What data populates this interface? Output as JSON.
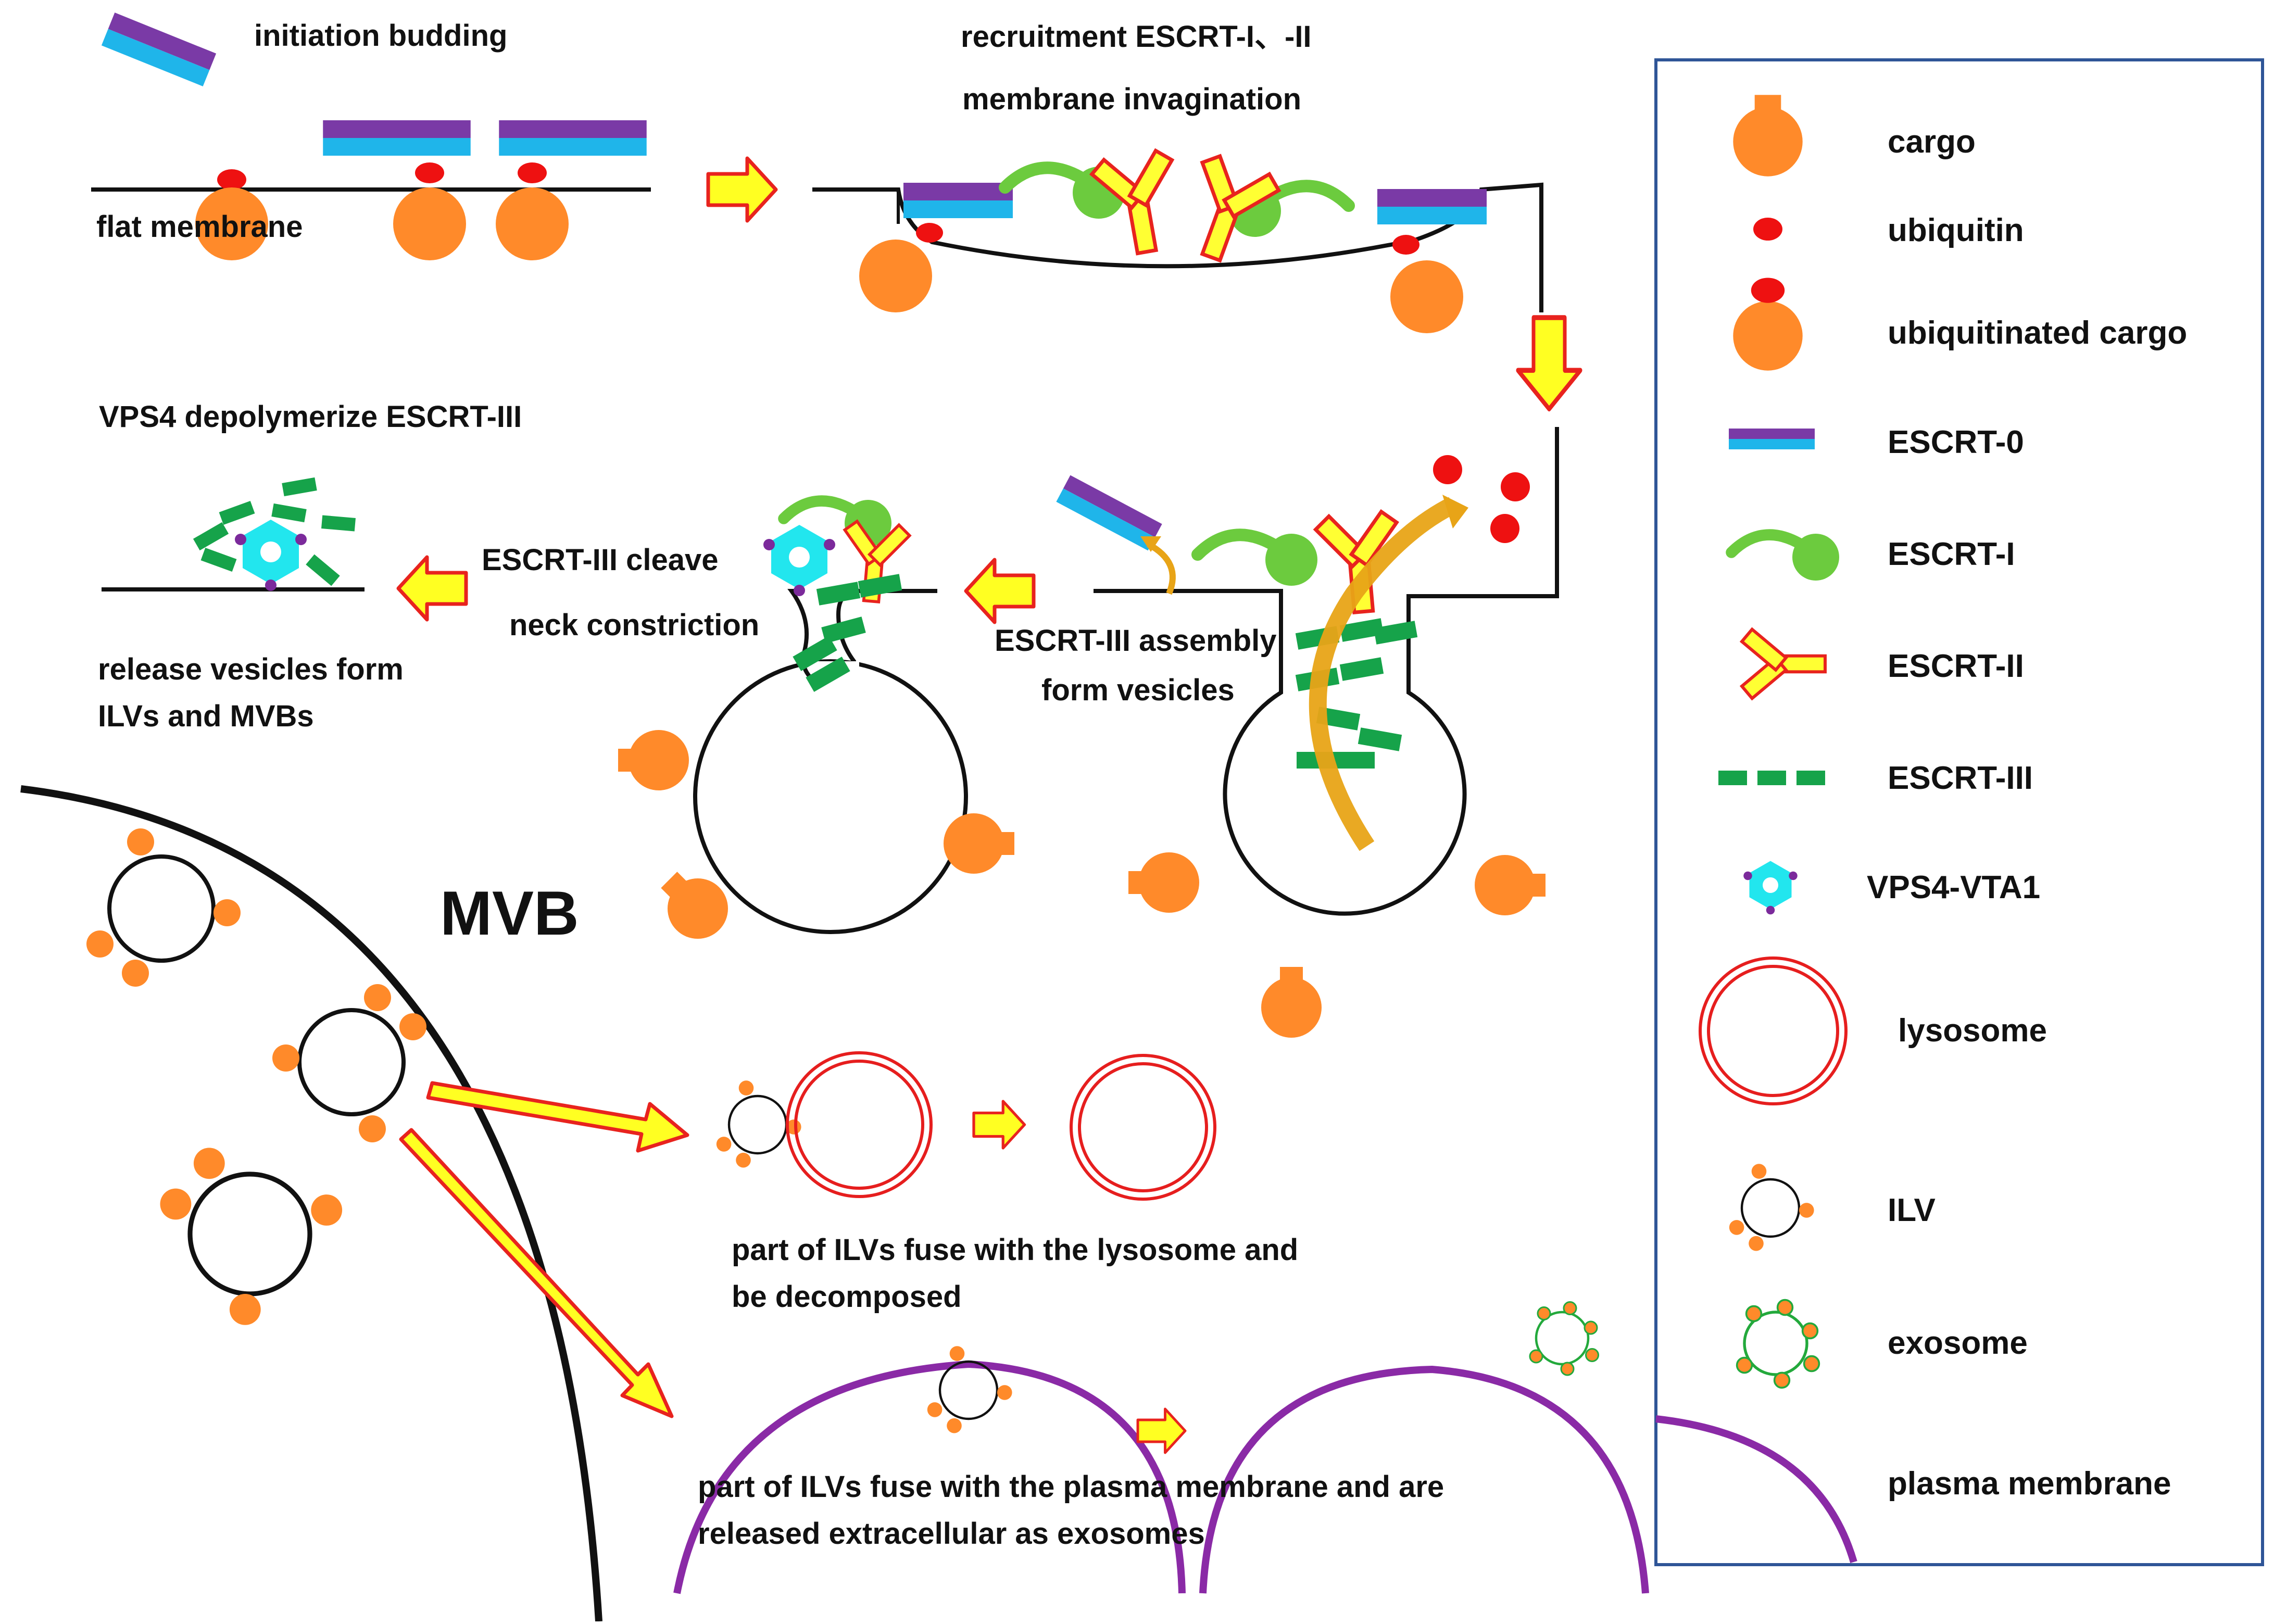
{
  "labels": {
    "initiation_budding": "initiation budding",
    "flat_membrane": "flat membrane",
    "recruitment_line1": "recruitment ESCRT-I、-II",
    "recruitment_line2": "membrane invagination",
    "vps4_depolymerize": "VPS4 depolymerize ESCRT-III",
    "escrt3_cleave": "ESCRT-III cleave",
    "neck_constriction": "neck constriction",
    "escrt3_assembly": "ESCRT-III assembly",
    "form_vesicles": "form vesicles",
    "release_line1": "release vesicles form",
    "release_line2": "ILVs and MVBs",
    "mvb": "MVB",
    "lysosome_line1": "part of ILVs fuse with the lysosome and",
    "lysosome_line2": "be decomposed",
    "plasma_line1": "part of ILVs fuse with the plasma membrane and are",
    "plasma_line2": "released extracellular as exosomes"
  },
  "legend": {
    "items": [
      {
        "label": "cargo"
      },
      {
        "label": "ubiquitin"
      },
      {
        "label": "ubiquitinated cargo"
      },
      {
        "label": "ESCRT-0"
      },
      {
        "label": "ESCRT-I"
      },
      {
        "label": "ESCRT-II"
      },
      {
        "label": "ESCRT-III"
      },
      {
        "label": "VPS4-VTA1"
      },
      {
        "label": "lysosome"
      },
      {
        "label": "ILV"
      },
      {
        "label": "exosome"
      },
      {
        "label": "plasma membrane"
      }
    ]
  },
  "colors": {
    "cargo": "#ff8a2a",
    "ubiquitin": "#ee1111",
    "escrt0_top": "#7a3aa6",
    "escrt0_bottom": "#1fb5ea",
    "escrt1": "#6ccb3e",
    "escrt2_fill": "#ffff33",
    "escrt2_stroke": "#e8231e",
    "escrt3": "#16a34a",
    "vps4": "#22e6ee",
    "vps4_dot": "#7b2a9b",
    "lysosome": "#e61e1e",
    "exosome": "#23a93c",
    "plasma": "#8a2aa6",
    "arrow_fill": "#ffff22",
    "arrow_stroke": "#e8231e",
    "curved_arrow": "#e8a417",
    "legend_border": "#2f5597"
  }
}
